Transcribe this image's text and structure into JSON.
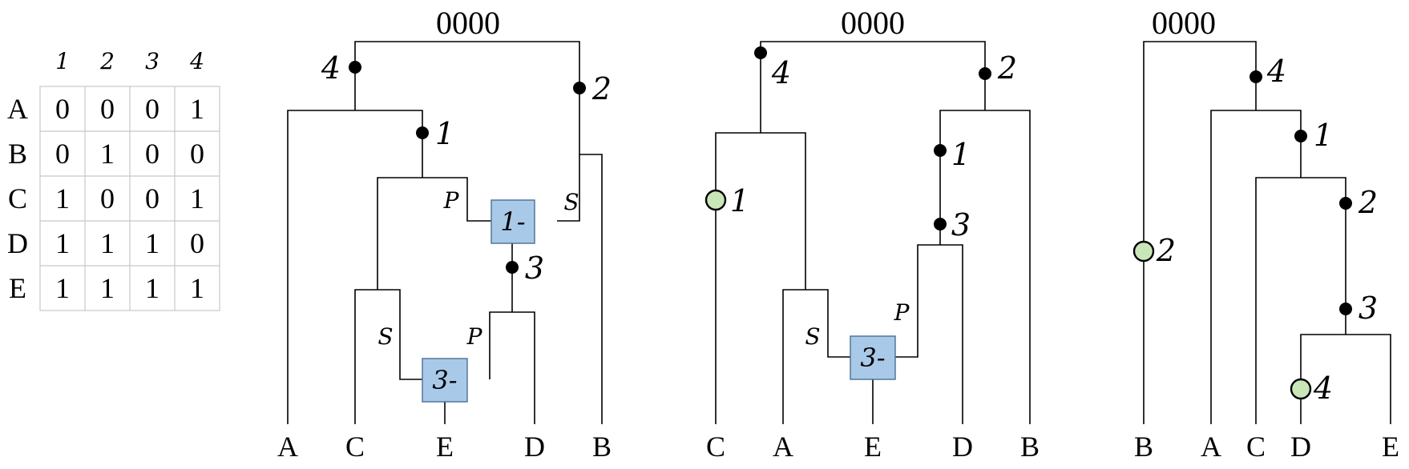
{
  "matrix": {
    "columns": [
      "1",
      "2",
      "3",
      "4"
    ],
    "rows": [
      {
        "label": "A",
        "values": [
          "0",
          "0",
          "0",
          "1"
        ]
      },
      {
        "label": "B",
        "values": [
          "0",
          "1",
          "0",
          "0"
        ]
      },
      {
        "label": "C",
        "values": [
          "1",
          "0",
          "0",
          "1"
        ]
      },
      {
        "label": "D",
        "values": [
          "1",
          "1",
          "1",
          "0"
        ]
      },
      {
        "label": "E",
        "values": [
          "1",
          "1",
          "1",
          "1"
        ]
      }
    ]
  },
  "trees": [
    {
      "root_label": "0000",
      "leaves": [
        "A",
        "C",
        "E",
        "D",
        "B"
      ],
      "mutations": [
        "4",
        "2",
        "1",
        "3"
      ],
      "loss_boxes": [
        "1-",
        "3-"
      ],
      "edge_tags": [
        "P",
        "S",
        "S",
        "P"
      ]
    },
    {
      "root_label": "0000",
      "leaves": [
        "C",
        "A",
        "E",
        "D",
        "B"
      ],
      "mutations": [
        "4",
        "2",
        "1",
        "1",
        "3"
      ],
      "loss_boxes": [
        "3-"
      ],
      "edge_tags": [
        "S",
        "P"
      ]
    },
    {
      "root_label": "0000",
      "leaves": [
        "B",
        "A",
        "C",
        "D",
        "E"
      ],
      "mutations": [
        "4",
        "1",
        "2",
        "2",
        "3",
        "4"
      ]
    }
  ]
}
